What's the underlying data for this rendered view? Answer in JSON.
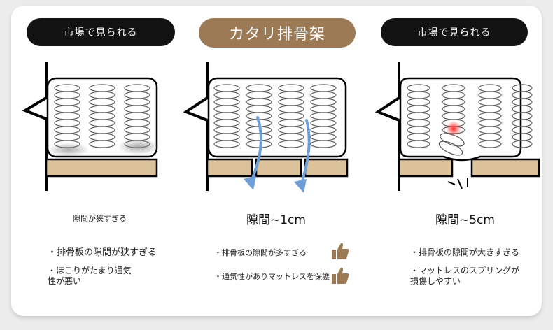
{
  "columns": [
    {
      "header": "市場で見られる",
      "caption": "隙間が狭すぎる",
      "bullets": [
        "・排骨板の隙間が狭すぎる",
        "・ほこりがたまり通気",
        "性が悪い"
      ]
    },
    {
      "header": "カタリ排骨架",
      "caption": "隙間~1cm",
      "bullets": [
        "・排骨板の隙間が多すぎる",
        "・通気性がありマットレスを保護"
      ]
    },
    {
      "header": "市場で見られる",
      "caption": "隙間~5cm",
      "bullets": [
        "・排骨板の隙間が大きすぎる",
        "・マットレスのスプリングが",
        "損傷しやすい"
      ]
    }
  ],
  "colors": {
    "pill_black": "#121212",
    "pill_brown": "#9b7a55",
    "slat": "#dcc29a",
    "arrow": "#6f9fd8",
    "hotspot": "#ff2a2a",
    "thumb": "#9b7a55"
  },
  "icons": [
    "spring-coil-icon",
    "airflow-arrow-icon",
    "thumbs-up-icon",
    "red-pressure-dot-icon"
  ]
}
